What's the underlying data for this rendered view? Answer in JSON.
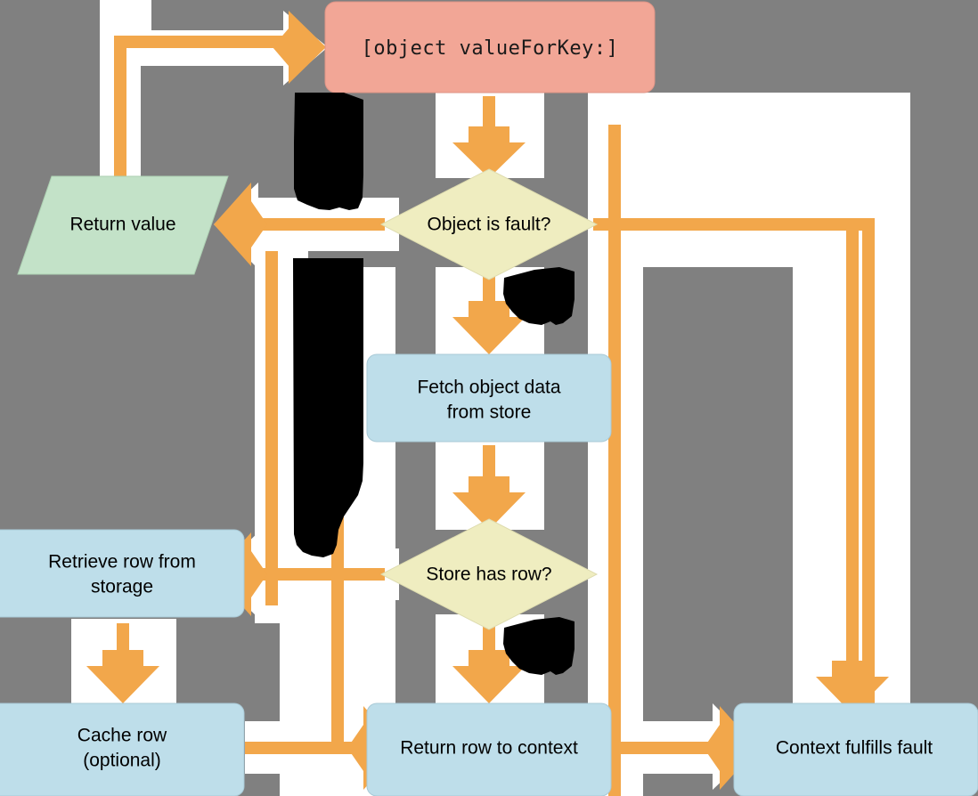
{
  "diagram": {
    "title": "Core Data fault firing flowchart",
    "background_color": "#808080",
    "palette": {
      "connector": "#F2A74B",
      "connector_halo": "#FFFFFF",
      "process_fill": "#BEDEEA",
      "process_stroke": "#A8C9D6",
      "decision_fill": "#EFEDC0",
      "terminator_fill": "#C3E2C8",
      "entry_fill": "#F2A696",
      "occlusion": "#000000",
      "text": "#000000"
    },
    "nodes": [
      {
        "id": "entry",
        "type": "entry",
        "shape": "rounded-rect",
        "label": "[object valueForKey:]",
        "font": "monospace",
        "fill": "#F2A696"
      },
      {
        "id": "return-value",
        "type": "terminator",
        "shape": "parallelogram",
        "label": "Return value",
        "fill": "#C3E2C8"
      },
      {
        "id": "object-is-fault",
        "type": "decision",
        "shape": "diamond",
        "label": "Object is fault?",
        "fill": "#EFEDC0"
      },
      {
        "id": "fetch-object-data",
        "type": "process",
        "shape": "rounded-rect",
        "label_lines": [
          "Fetch object data",
          "from store"
        ],
        "fill": "#BEDEEA"
      },
      {
        "id": "store-has-row",
        "type": "decision",
        "shape": "diamond",
        "label": "Store has row?",
        "fill": "#EFEDC0"
      },
      {
        "id": "retrieve-row",
        "type": "process",
        "shape": "rounded-rect",
        "label_lines": [
          "Retrieve row from",
          "storage"
        ],
        "fill": "#BEDEEA"
      },
      {
        "id": "cache-row",
        "type": "process",
        "shape": "rounded-rect",
        "label_lines": [
          "Cache row",
          "(optional)"
        ],
        "fill": "#BEDEEA"
      },
      {
        "id": "return-row-to-context",
        "type": "process",
        "shape": "rounded-rect",
        "label": "Return row to context",
        "fill": "#BEDEEA"
      },
      {
        "id": "context-fulfills-fault",
        "type": "process",
        "shape": "rounded-rect",
        "label": "Context fulfills fault",
        "fill": "#BEDEEA"
      }
    ],
    "occlusions": [
      {
        "id": "occlusion-upper-left",
        "note": "black redaction blob"
      },
      {
        "id": "occlusion-fault-no-branch",
        "note": "black redaction blob"
      },
      {
        "id": "occlusion-mid-left-column",
        "note": "black redaction blob"
      },
      {
        "id": "occlusion-store-no-branch",
        "note": "black redaction blob"
      }
    ]
  }
}
